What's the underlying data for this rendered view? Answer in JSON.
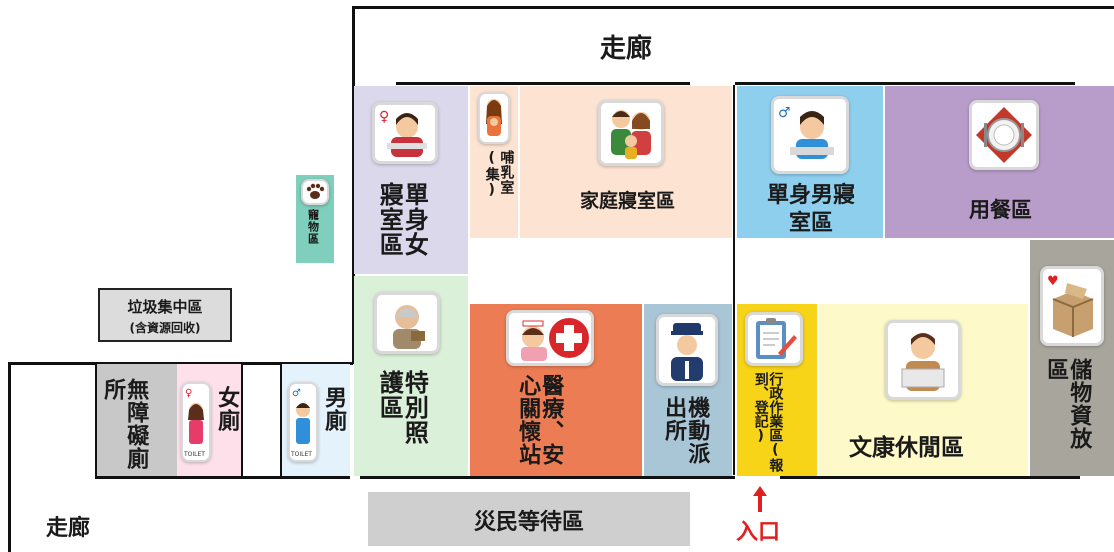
{
  "corridor_top": "走廊",
  "corridor_bottom": "走廊",
  "trash_area": {
    "line1": "垃圾集中區",
    "line2": "(含資源回收)"
  },
  "pet_area": "寵物區",
  "zones": {
    "single_female": "單身女寢室區",
    "nursing": "哺乳室(集)",
    "family": "家庭寢室區",
    "single_male": "單身男寢室區",
    "dining": "用餐區",
    "special_care": "特別照護區",
    "medical": "醫療、安心關懷站",
    "police": "機動派出所",
    "admin": "行政作業區(報到、登記)",
    "leisure": "文康休閒區",
    "storage": "儲物資放區",
    "accessible_toilet": "無障礙廁所",
    "female_toilet": "女廁",
    "male_toilet": "男廁",
    "waiting": "災民等待區"
  },
  "entrance": "入口",
  "toilet_sign": "TOILET"
}
